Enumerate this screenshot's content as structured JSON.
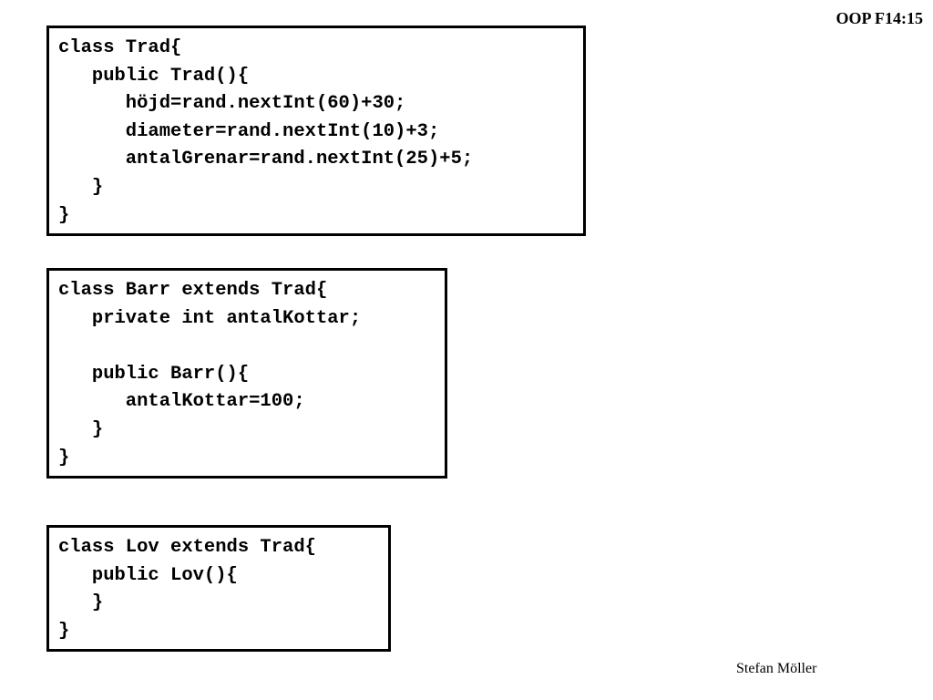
{
  "header": {
    "slide_id": "OOP F14:15"
  },
  "footer": {
    "author": "Stefan Möller"
  },
  "code_blocks": [
    {
      "lines": [
        "class Trad{",
        "   public Trad(){",
        "      höjd=rand.nextInt(60)+30;",
        "      diameter=rand.nextInt(10)+3;",
        "      antalGrenar=rand.nextInt(25)+5;",
        "   }",
        "}"
      ]
    },
    {
      "lines": [
        "class Barr extends Trad{",
        "   private int antalKottar;",
        "",
        "   public Barr(){",
        "      antalKottar=100;",
        "   }",
        "}"
      ]
    },
    {
      "lines": [
        "class Lov extends Trad{",
        "   public Lov(){",
        "   }",
        "}"
      ]
    }
  ]
}
